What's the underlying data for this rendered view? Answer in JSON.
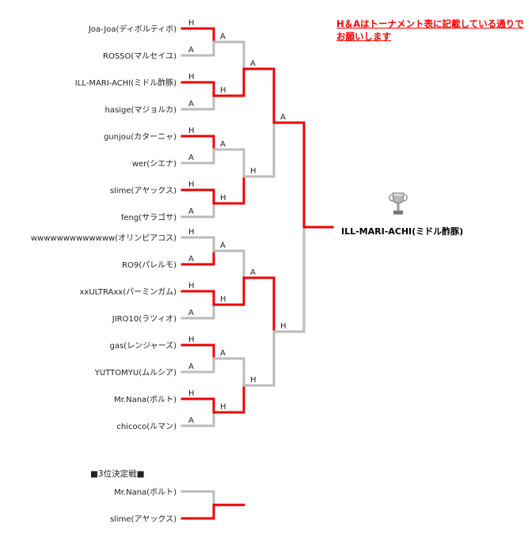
{
  "colors": {
    "win": "#ee0000",
    "lose": "#bbbbbb",
    "text": "#222222",
    "note": "#ff0000"
  },
  "note": "H＆Aはトーナメント表に記載している通りでお願いします",
  "round1": [
    {
      "top": "Joa-Joa(ディボルティボ)",
      "bottom": "ROSSO(マルセイユ)",
      "top_res": "H",
      "bottom_res": "A",
      "winner": "top"
    },
    {
      "top": "ILL-MARI-ACHI(ミドル酢豚)",
      "bottom": "hasige(マジョルカ)",
      "top_res": "H",
      "bottom_res": "A",
      "winner": "top"
    },
    {
      "top": "gunjou(カターニャ)",
      "bottom": "wer(シエナ)",
      "top_res": "H",
      "bottom_res": "A",
      "winner": "top"
    },
    {
      "top": "slime(アヤックス)",
      "bottom": "feng(サラゴサ)",
      "top_res": "H",
      "bottom_res": "A",
      "winner": "top"
    },
    {
      "top": "wwwwwwwwwwwww(オリンピアコス)",
      "bottom": "RO9(パレルモ)",
      "top_res": "H",
      "bottom_res": "A",
      "winner": "bottom"
    },
    {
      "top": "xxULTRAxx(パーミンガム)",
      "bottom": "JIRO10(ラツィオ)",
      "top_res": "H",
      "bottom_res": "A",
      "winner": "top"
    },
    {
      "top": "gas(レンジャーズ)",
      "bottom": "YUTTOMYU(ムルシア)",
      "top_res": "H",
      "bottom_res": "A",
      "winner": "top"
    },
    {
      "top": "Mr.Nana(ボルト)",
      "bottom": "chicoco(ルマン)",
      "top_res": "H",
      "bottom_res": "A",
      "winner": "top"
    }
  ],
  "round2": [
    {
      "top_res": "A",
      "bottom_res": "H",
      "winner": "bottom"
    },
    {
      "top_res": "A",
      "bottom_res": "H",
      "winner": "bottom"
    },
    {
      "top_res": "A",
      "bottom_res": "H",
      "winner": "bottom"
    },
    {
      "top_res": "A",
      "bottom_res": "H",
      "winner": "bottom"
    }
  ],
  "round3": [
    {
      "top_res": "A",
      "bottom_res": "H",
      "winner": "top"
    },
    {
      "top_res": "A",
      "bottom_res": "H",
      "winner": "top"
    }
  ],
  "final": {
    "top_res": "A",
    "bottom_res": "H",
    "winner": "top"
  },
  "champion": "ILL-MARI-ACHI(ミドル酢豚)",
  "trophy_icon": "trophy-icon",
  "third_place": {
    "heading": "■3位決定戦■",
    "top": "Mr.Nana(ボルト)",
    "bottom": "slime(アヤックス)"
  }
}
